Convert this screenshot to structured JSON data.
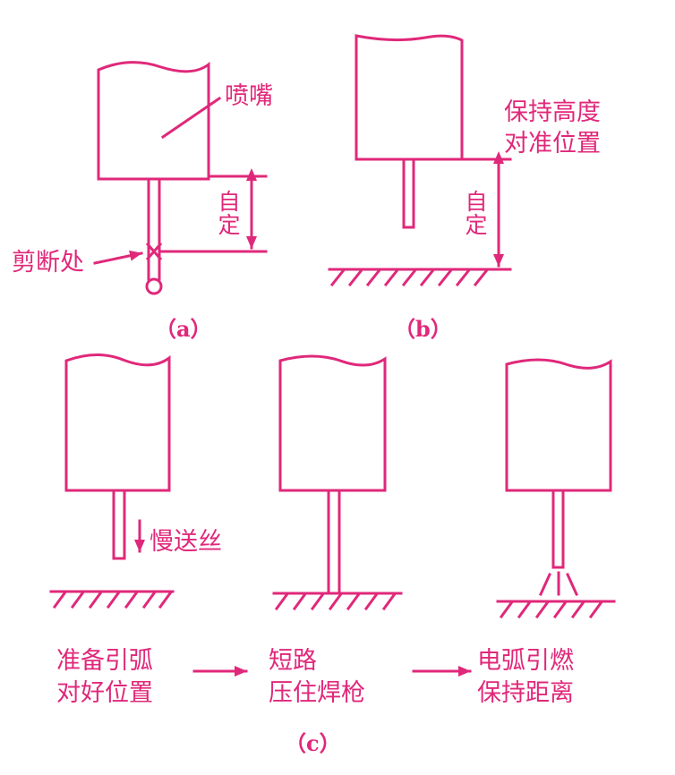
{
  "color": "#e0287a",
  "panel_a": {
    "nozzle_label": "喷嘴",
    "cut_label": "剪断处",
    "height_label": "自定",
    "caption": "（a）"
  },
  "panel_b": {
    "note_line1": "保持高度",
    "note_line2": "对准位置",
    "height_label": "自定",
    "caption": "（b）"
  },
  "panel_c": {
    "feed_label": "慢送丝",
    "steps": [
      {
        "line1": "准备引弧",
        "line2": "对好位置"
      },
      {
        "line1": "短路",
        "line2": "压住焊枪"
      },
      {
        "line1": "电弧引燃",
        "line2": "保持距离"
      }
    ],
    "caption": "（c）"
  }
}
